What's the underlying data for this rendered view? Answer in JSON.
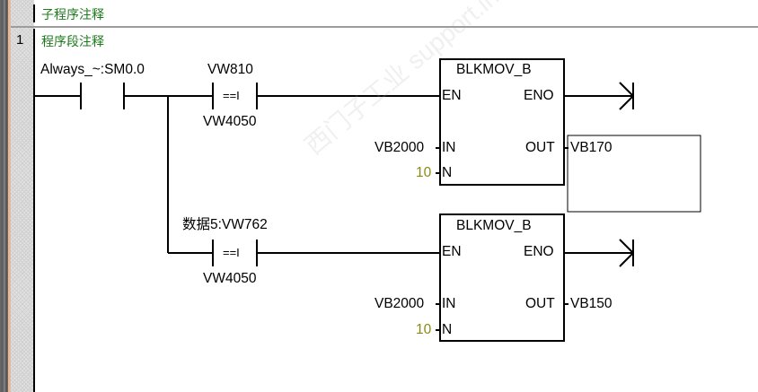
{
  "editor": {
    "subroutine_comment": "子程序注释",
    "network": {
      "number": "1",
      "comment": "程序段注释"
    }
  },
  "contacts": {
    "always": {
      "label": "Always_~:SM0.0"
    },
    "cmp1": {
      "top": "VW810",
      "op": "==I",
      "bottom": "VW4050"
    },
    "cmp2": {
      "top": "数据5:VW762",
      "op": "==I",
      "bottom": "VW4050"
    }
  },
  "blocks": [
    {
      "title": "BLKMOV_B",
      "en": "EN",
      "eno": "ENO",
      "in_pin": "IN",
      "n_pin": "N",
      "out_pin": "OUT",
      "in_value": "VB2000",
      "n_value": "10",
      "out_value": "VB170"
    },
    {
      "title": "BLKMOV_B",
      "en": "EN",
      "eno": "ENO",
      "in_pin": "IN",
      "n_pin": "N",
      "out_pin": "OUT",
      "in_value": "VB2000",
      "n_value": "10",
      "out_value": "VB150"
    }
  ],
  "colors": {
    "comment": "#1c7a1c",
    "constant": "#8a8a12"
  }
}
